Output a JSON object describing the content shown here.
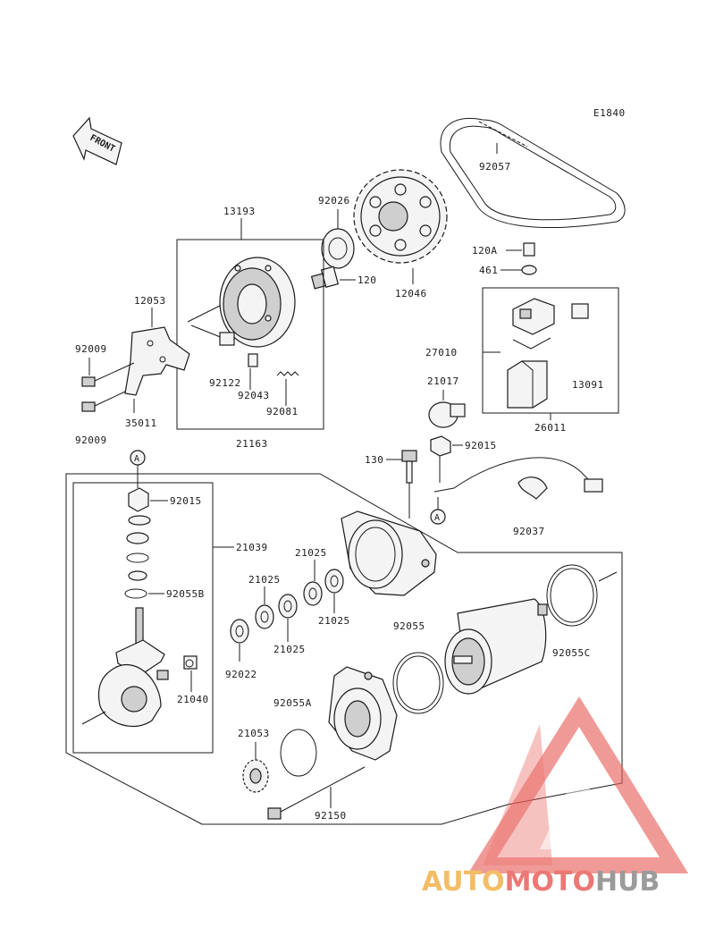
{
  "diagram_code": "E1840",
  "front_label": "FRONT",
  "callouts": {
    "c92057": "92057",
    "c92026": "92026",
    "c13193": "13193",
    "c120": "120",
    "c12046": "12046",
    "c120A": "120A",
    "c461": "461",
    "c12053": "12053",
    "c27010": "27010",
    "c13091": "13091",
    "c92009a": "92009",
    "c92122": "92122",
    "c92043": "92043",
    "c92081": "92081",
    "c21017": "21017",
    "c35011": "35011",
    "c26011": "26011",
    "c92009b": "92009",
    "c21163": "21163",
    "c92015a": "92015",
    "c130": "130",
    "c92015b": "92015",
    "c21039": "21039",
    "c21025a": "21025",
    "c21025b": "21025",
    "c21025c": "21025",
    "c21025d": "21025",
    "c92037": "92037",
    "c92055B": "92055B",
    "c92055": "92055",
    "c92022": "92022",
    "c92055C": "92055C",
    "c21040": "21040",
    "c92055A": "92055A",
    "c21053": "21053",
    "c92150": "92150"
  },
  "markers": {
    "top": "A",
    "right": "A"
  },
  "watermark": {
    "part1": "AUTO",
    "part2": "MOTO",
    "part3": "HUB"
  },
  "colors": {
    "watermark_orange": "#f2b24c",
    "watermark_red": "#e8615c",
    "watermark_gray": "#8a8a8a",
    "line": "#1a1a1a"
  }
}
